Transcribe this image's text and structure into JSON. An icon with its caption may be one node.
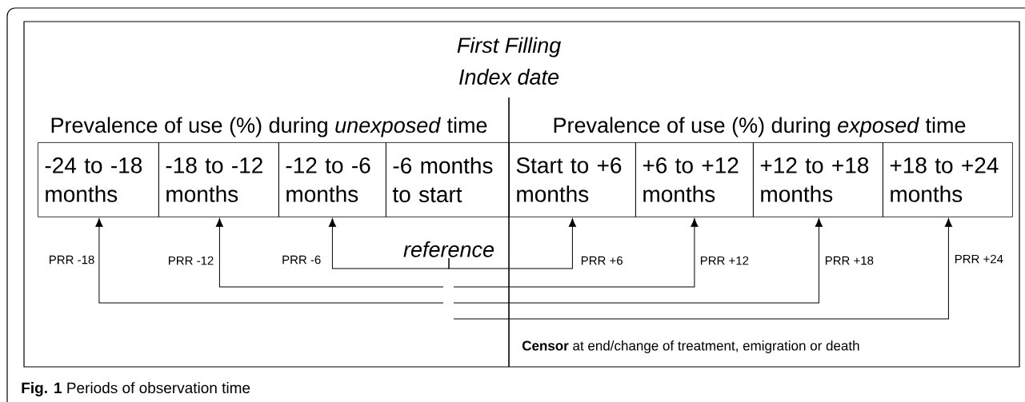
{
  "diagram": {
    "caption": "**Fig. 1** Periods of observation time",
    "nodes": [
      {
        "text": [
          "-24 to -18 months"
        ]
      },
      {
        "text": [
          "-18 to -12 months"
        ]
      },
      {
        "text": [
          "-12 to -6 months"
        ]
      },
      {
        "text": [
          "-6 months to start"
        ]
      },
      {
        "text": [
          "Start to +6 months"
        ]
      },
      {
        "text": [
          "+6 to +12 months"
        ]
      },
      {
        "text": [
          "+12 to +18 months"
        ]
      },
      {
        "text": [
          "+18 to +24 months"
        ]
      },
      {
        "text": [
          "reference"
        ]
      }
    ],
    "edges": [
      {
        "from": 8,
        "to": 2,
        "arrow": "to",
        "label": "PRR -6"
      },
      {
        "from": 8,
        "to": 4,
        "arrow": "to",
        "label": "PRR +6"
      },
      {
        "from": null,
        "to": 1,
        "arrow": "to",
        "label": "PRR -12"
      },
      {
        "from": null,
        "to": 5,
        "arrow": "to",
        "label": "PRR +12"
      },
      {
        "from": null,
        "to": 0,
        "arrow": "to",
        "label": "PRR -18"
      },
      {
        "from": null,
        "to": 6,
        "arrow": "to",
        "label": "PRR +18"
      },
      {
        "from": null,
        "to": 7,
        "arrow": "to",
        "label": "PRR +24"
      }
    ],
    "labels": [
      "First Filling",
      "Index date",
      "Prevalence of use (%) during *unexposed* time",
      "Prevalence of use (%) during *exposed* time",
      "**Censor** at end/change of treatment, emigration or death"
    ]
  }
}
